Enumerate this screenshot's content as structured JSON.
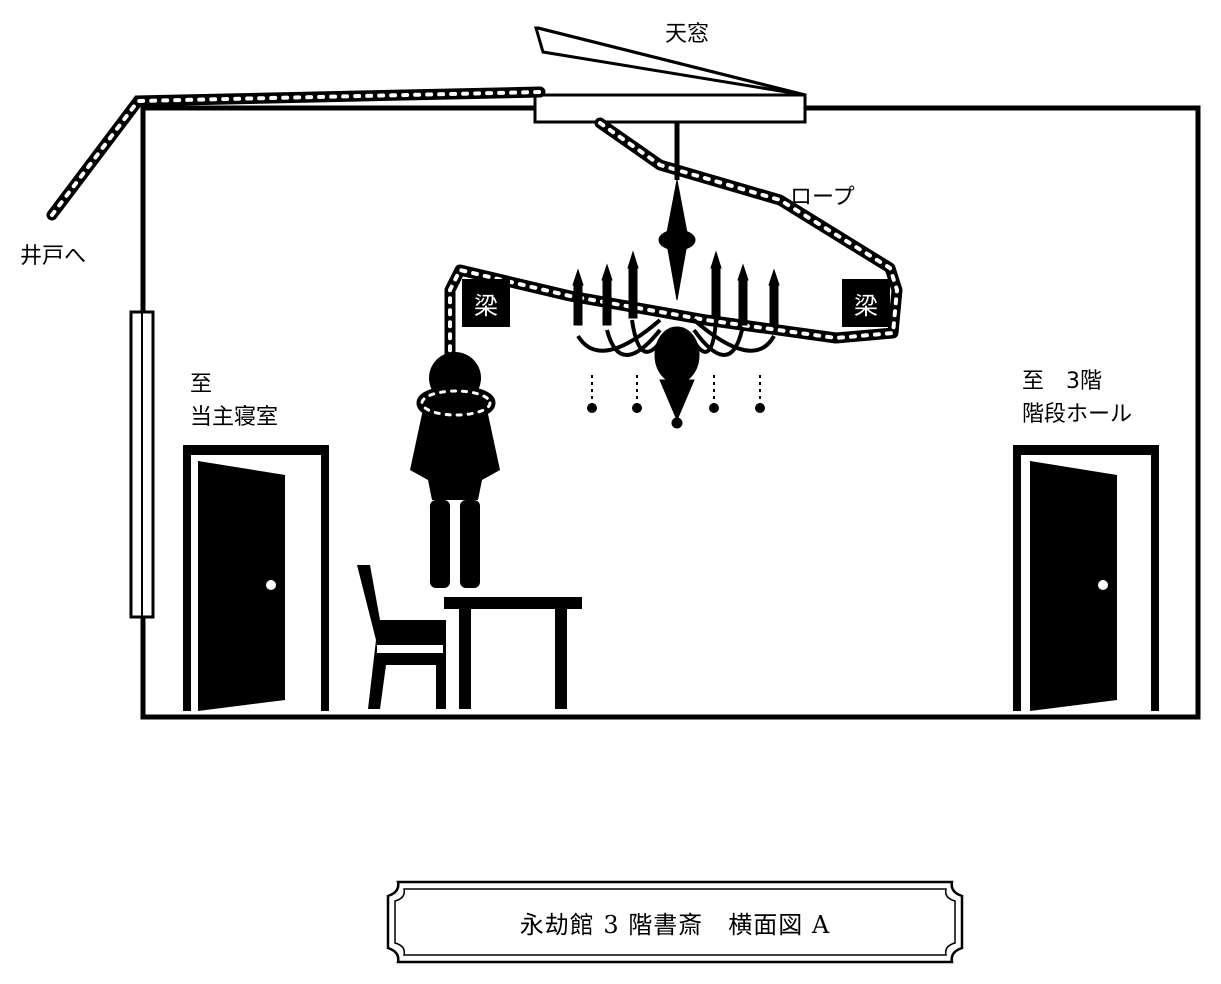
{
  "labels": {
    "skylight": "天窓",
    "rope": "ロープ",
    "to_well": "井戸へ",
    "left_door_line1": "至",
    "left_door_line2": "当主寝室",
    "right_door_line1": "至　3階",
    "right_door_line2": "階段ホール",
    "beam_left": "梁",
    "beam_right": "梁"
  },
  "caption": "永劫館 3 階書斎　横面図 A",
  "colors": {
    "ink": "#000000",
    "paper": "#ffffff"
  }
}
